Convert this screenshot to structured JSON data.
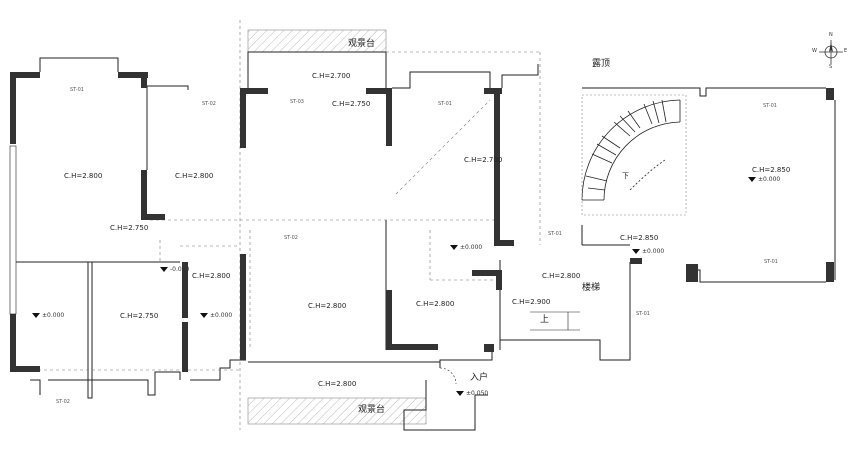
{
  "compass": {
    "north": "N",
    "south": "S",
    "east": "E",
    "west": "W"
  },
  "areas": {
    "terrace_top": "观景台",
    "terrace_bottom": "观景台",
    "roof": "露顶",
    "entrance": "入户",
    "up": "上",
    "stairs": "楼梯",
    "down": "下"
  },
  "ceiling_heights": {
    "c1": "C.H=2.800",
    "c2": "C.H=2.800",
    "c3": "C.H=2.700",
    "c4": "C.H=2.750",
    "c5": "C.H=2.700",
    "c6": "C.H=2.750",
    "c7": "C.H=2.800",
    "c8": "C.H=2.800",
    "c9": "C.H=2.800",
    "c10": "C.H=2.800",
    "c11": "C.H=2.900",
    "c12": "C.H=2.850",
    "c13": "C.H=2.850",
    "c14": "C.H=2.800",
    "c15": "C.H=2.750"
  },
  "floor_levels": {
    "l1": "±0.000",
    "l2": "±0.000",
    "l3": "±0.000",
    "l4": "±0.000",
    "l5": "±0.000",
    "l6": "±0.050",
    "l7": "-0.050"
  },
  "small_notes": {
    "n1": "ST-01",
    "n2": "ST-02",
    "n3": "ST-03",
    "n4": "ST-01",
    "n5": "ST-01",
    "n6": "ST-02",
    "n7": "ST-01",
    "n8": "ST-01",
    "n9": "ST-02",
    "n10": "ST-01"
  }
}
